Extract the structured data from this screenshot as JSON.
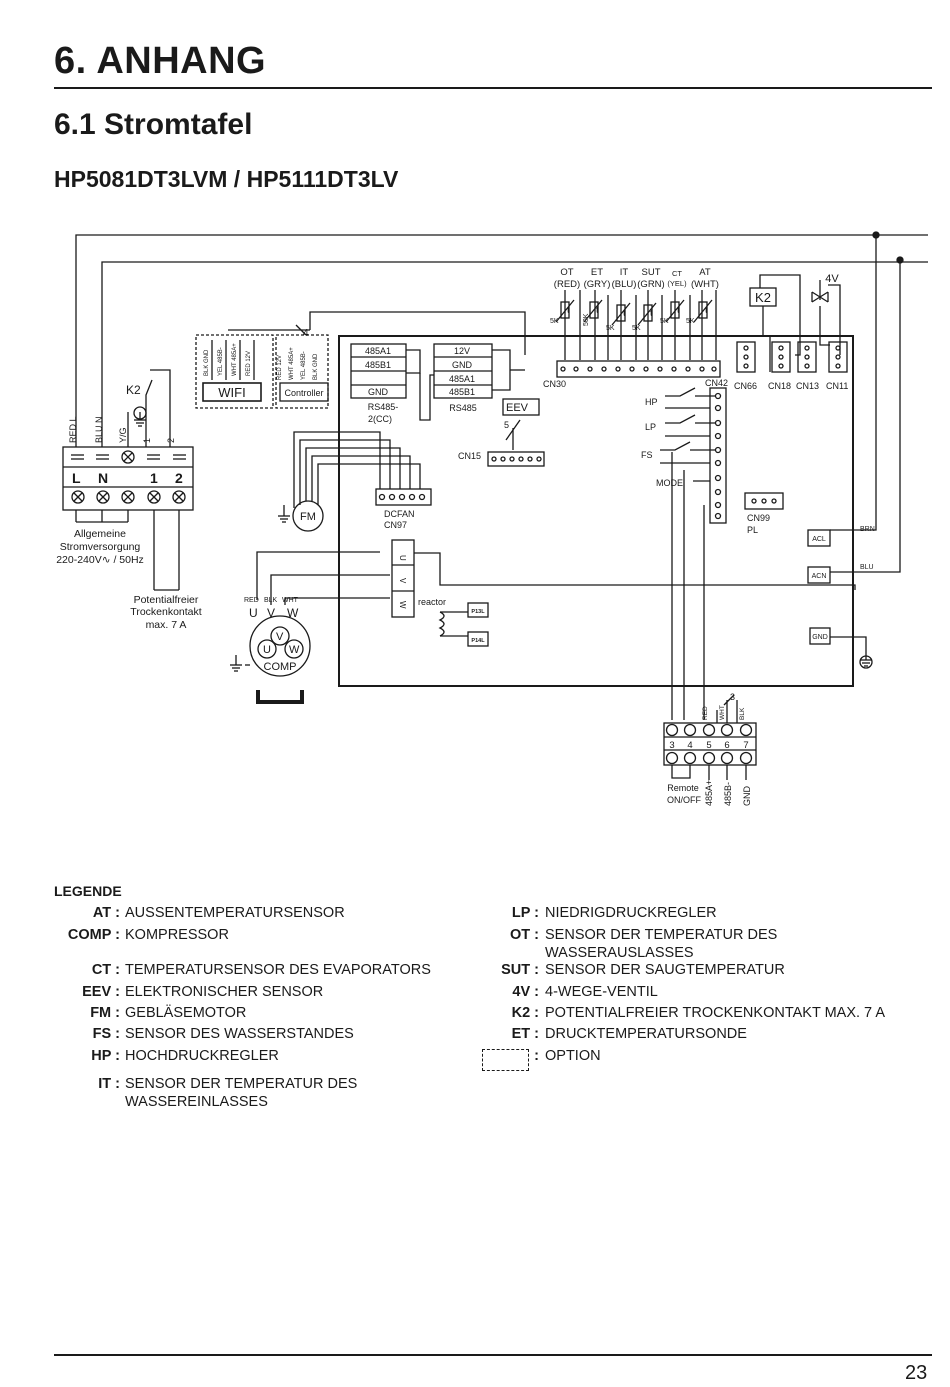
{
  "header": {
    "chapter": "6. ANHANG",
    "section": "6.1 Stromtafel",
    "model": "HP5081DT3LVM / HP5111DT3LV"
  },
  "diagram": {
    "labels": {
      "red_l": "RED L",
      "blu_n": "BLU N",
      "yg": "Y/G",
      "one": "1",
      "two": "2",
      "k2_relay": "K2",
      "term_l": "L",
      "term_n": "N",
      "term_1": "1",
      "term_2": "2",
      "power_line1": "Allgemeine",
      "power_line2": "Stromversorgung",
      "power_line3": "220-240V∿ / 50Hz",
      "dry_line1": "Potentialfreier",
      "dry_line2": "Trockenkontakt",
      "dry_line3": "max. 7 A",
      "wifi": "WIFI",
      "wifi_w1": "BLK GND",
      "wifi_w2": "YEL 485B-",
      "wifi_w3": "WHT 485A+",
      "wifi_w4": "RED 12V",
      "ctrl": "Controller",
      "ctrl_w1": "RED 12V",
      "ctrl_w2": "WHT 485A+",
      "ctrl_w3": "YEL 485B-",
      "ctrl_w4": "BLK GND",
      "four": "4",
      "rs1_a": "485A1",
      "rs1_b": "485B1",
      "rs1_gnd": "GND",
      "rs1_name1": "RS485-",
      "rs1_name2": "2(CC)",
      "rs2_12v": "12V",
      "rs2_gnd": "GND",
      "rs2_a": "485A1",
      "rs2_b": "485B1",
      "rs2_name": "RS485",
      "eev": "EEV",
      "five": "5",
      "cn15": "CN15",
      "fm": "FM",
      "dcfan": "DCFAN",
      "cn97": "CN97",
      "red": "RED",
      "blk": "BLK",
      "wht": "WHT",
      "u": "U",
      "v": "V",
      "w": "W",
      "comp": "COMP",
      "reactor": "reactor",
      "p13l": "P13L",
      "p14l": "P14L",
      "ot": "OT",
      "et": "ET",
      "it": "IT",
      "sut": "SUT",
      "ct": "CT",
      "at": "AT",
      "ot_c": "(RED)",
      "et_c": "(GRY)",
      "it_c": "(BLU)",
      "sut_c": "(GRN)",
      "ct_c": "(YEL)",
      "at_c": "(WHT)",
      "r5k": "5K",
      "r50k": "50K",
      "t": "t",
      "cn30": "CN30",
      "cn42": "CN42",
      "k2_box": "K2",
      "v4": "4V",
      "cn66": "CN66",
      "cn18": "CN18",
      "cn13": "CN13",
      "cn11": "CN11",
      "hp": "HP",
      "lp": "LP",
      "fs": "FS",
      "mode": "MODE",
      "cn99": "CN99",
      "pl": "PL",
      "acl": "ACL",
      "acn": "ACN",
      "gnd_box": "GND",
      "brn": "BRN",
      "blu": "BLU",
      "three": "3",
      "t_red": "RED",
      "t_wht": "WHT",
      "t_blk": "BLK",
      "n3": "3",
      "n4": "4",
      "n5": "5",
      "n6": "6",
      "n7": "7",
      "remote1": "Remote",
      "remote2": "ON/OFF",
      "b485a": "485A+",
      "b485b": "485B-",
      "bgnd": "GND"
    }
  },
  "legend": {
    "title": "LEGENDE",
    "left": [
      {
        "key": "AT :",
        "text": "AUSSENTEMPERATURSENSOR"
      },
      {
        "key": "COMP :",
        "text": "KOMPRESSOR"
      },
      {
        "key": "CT :",
        "text": "TEMPERATURSENSOR DES EVAPORATORS"
      },
      {
        "key": "EEV :",
        "text": "ELEKTRONISCHER SENSOR"
      },
      {
        "key": "FM :",
        "text": "GEBLÄSEMOTOR"
      },
      {
        "key": "FS :",
        "text": "SENSOR DES WASSERSTANDES"
      },
      {
        "key": "HP :",
        "text": "HOCHDRUCKREGLER"
      },
      {
        "key": "IT :",
        "text": "SENSOR DER TEMPERATUR DES WASSEREINLASSES"
      }
    ],
    "right": [
      {
        "key": "LP :",
        "text": "NIEDRIGDRUCKREGLER"
      },
      {
        "key": "OT :",
        "text": "SENSOR DER TEMPERATUR DES WASSERAUSLASSES"
      },
      {
        "key": "SUT :",
        "text": "SENSOR DER SAUGTEMPERATUR"
      },
      {
        "key": "4V :",
        "text": "4-WEGE-VENTIL"
      },
      {
        "key": "K2 :",
        "text": "POTENTIALFREIER TROCKENKONTAKT MAX. 7 A"
      },
      {
        "key": "ET :",
        "text": "DRUCKTEMPERATURSONDE"
      },
      {
        "key": ":",
        "text": "OPTION"
      }
    ]
  },
  "footer": {
    "page_number": "23"
  }
}
